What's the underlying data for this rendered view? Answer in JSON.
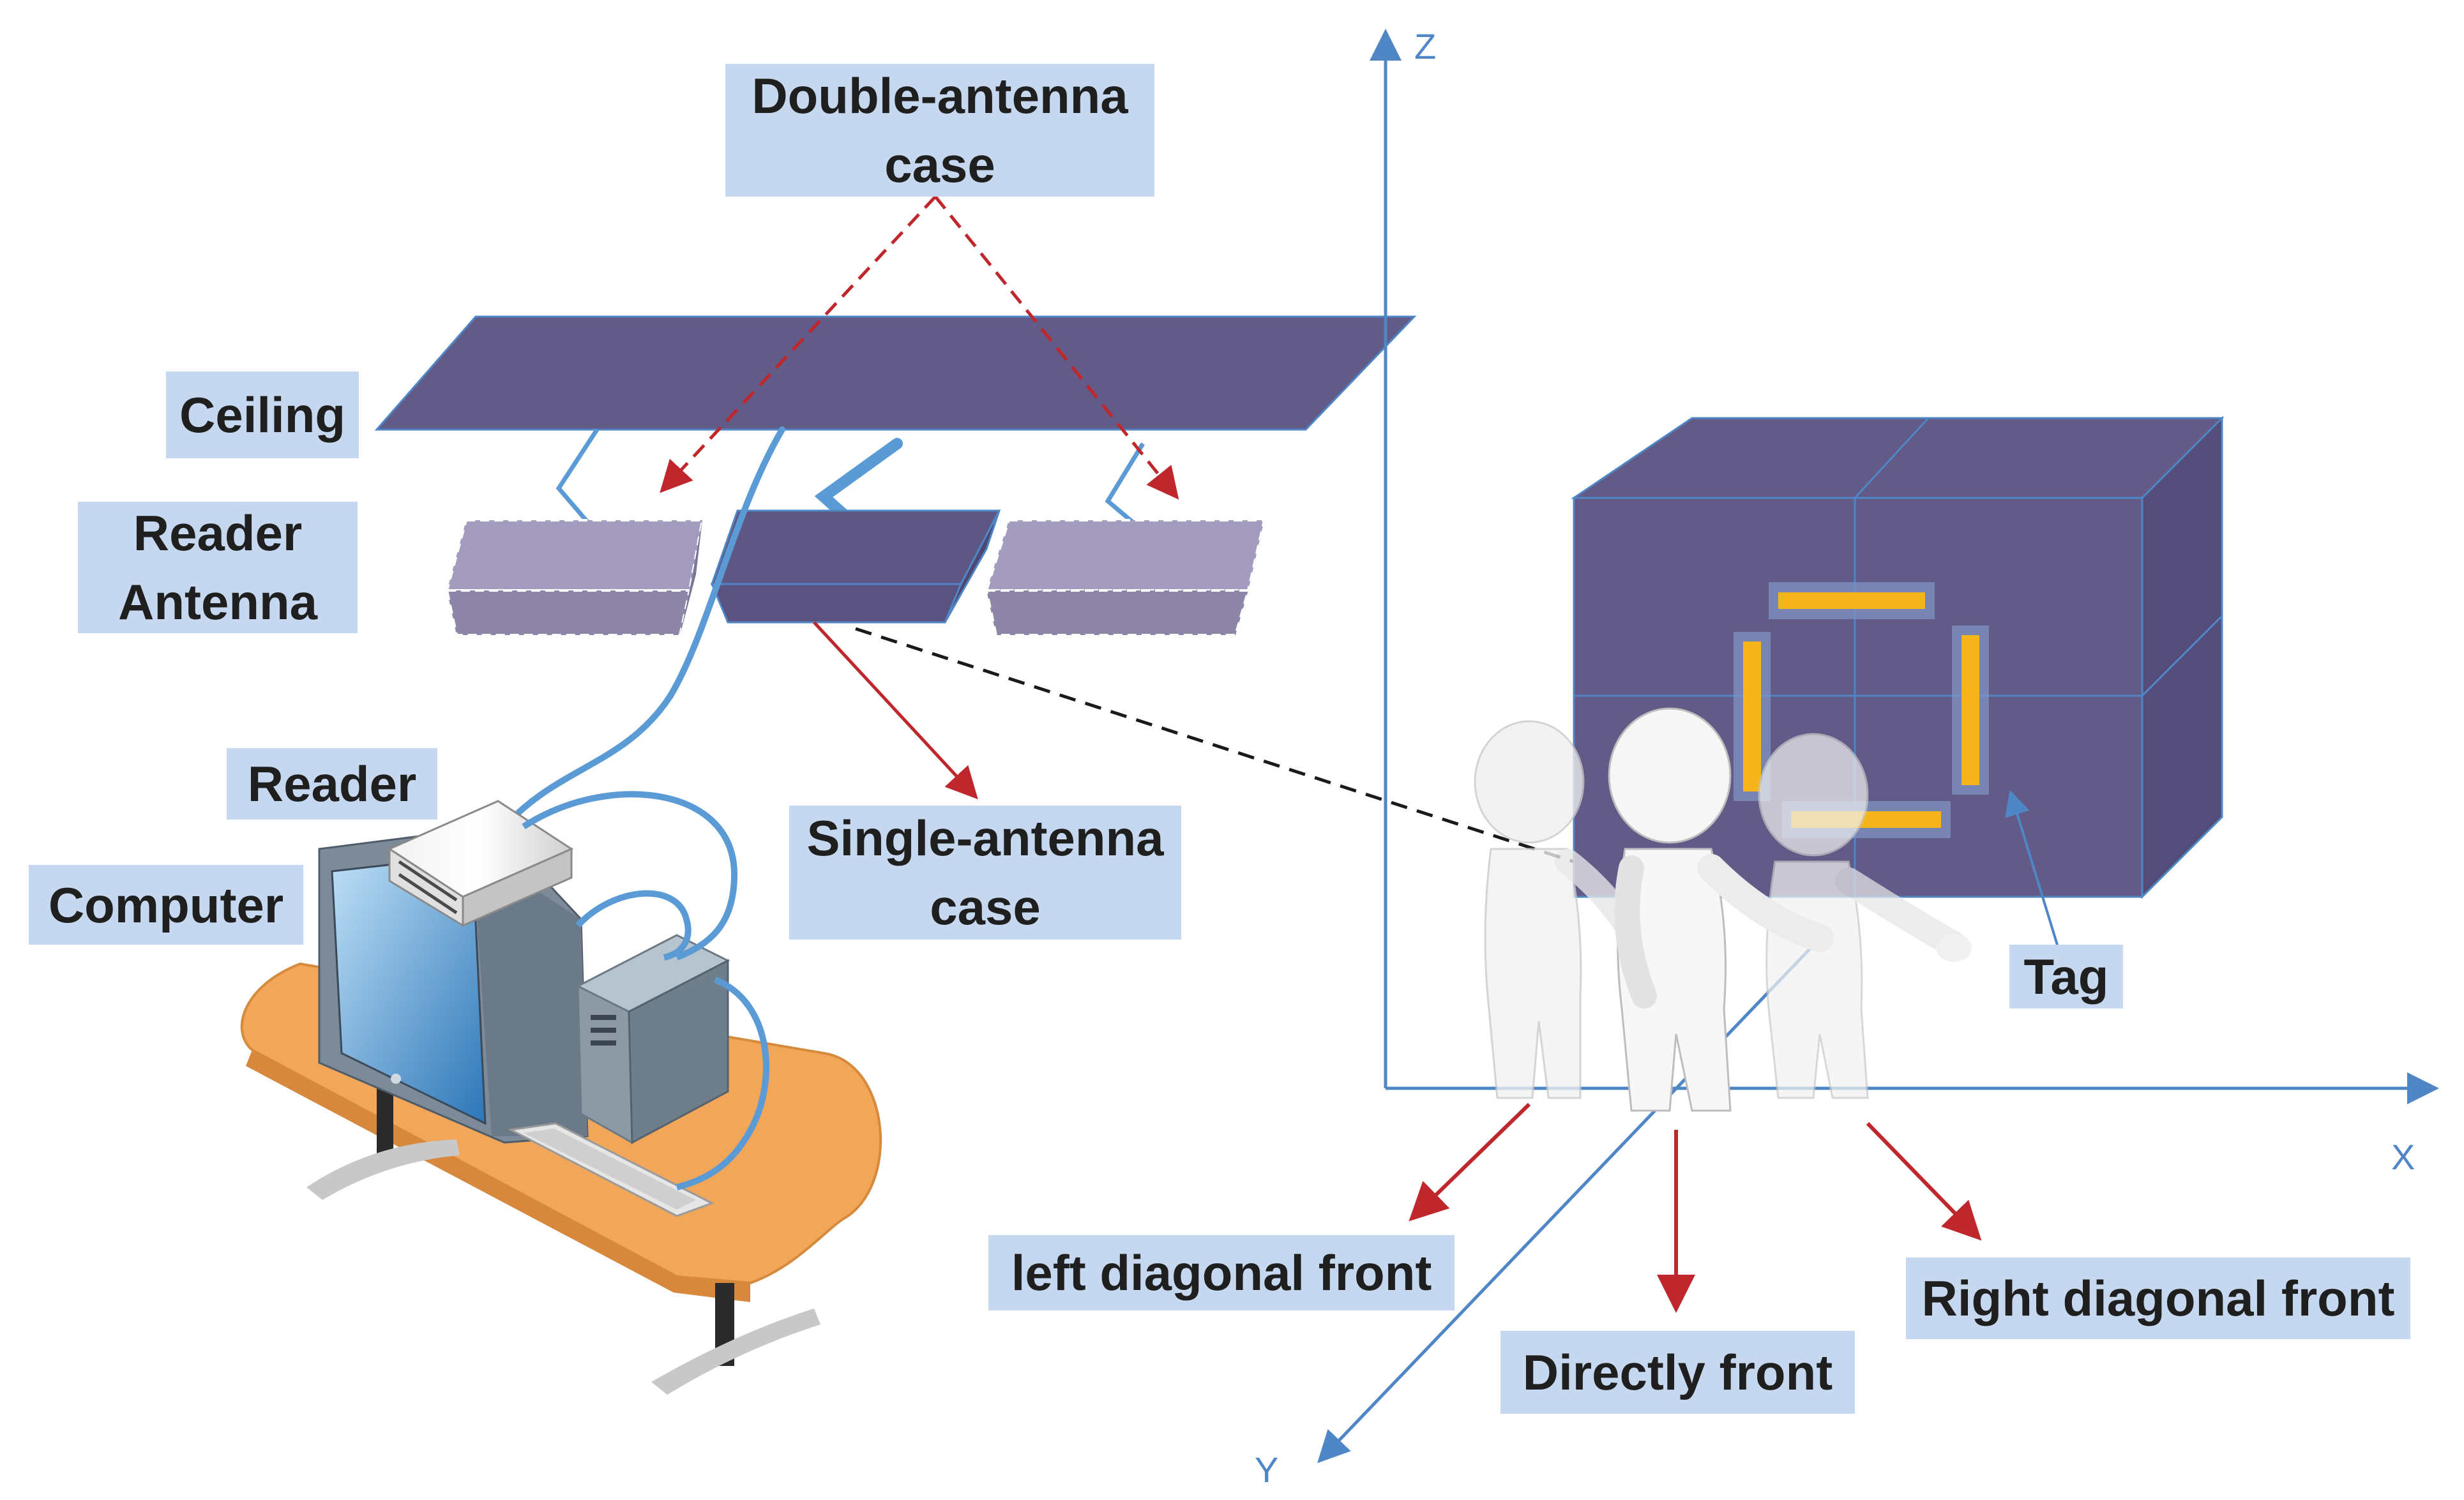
{
  "labels": {
    "double_antenna_line1": "Double-antenna",
    "double_antenna_line2": "case",
    "ceiling": "Ceiling",
    "reader_antenna_line1": "Reader",
    "reader_antenna_line2": "Antenna",
    "reader": "Reader",
    "computer": "Computer",
    "single_antenna_line1": "Single-antenna",
    "single_antenna_line2": "case",
    "tag": "Tag",
    "left_diagonal_front": "left diagonal front",
    "directly_front": "Directly front",
    "right_diagonal_front": "Right diagonal front"
  },
  "axes": {
    "x": "X",
    "y": "Y",
    "z": "Z"
  },
  "colors": {
    "label_bg": "#c6d8ef",
    "axis": "#4f86c6",
    "box_fill": "#625a87",
    "ghost_antenna": "#9088ab",
    "arrow_red": "#c0272d",
    "tag_yellow": "#f5b51b",
    "cable": "#5b9bd5",
    "desk": "#f2a65a"
  }
}
